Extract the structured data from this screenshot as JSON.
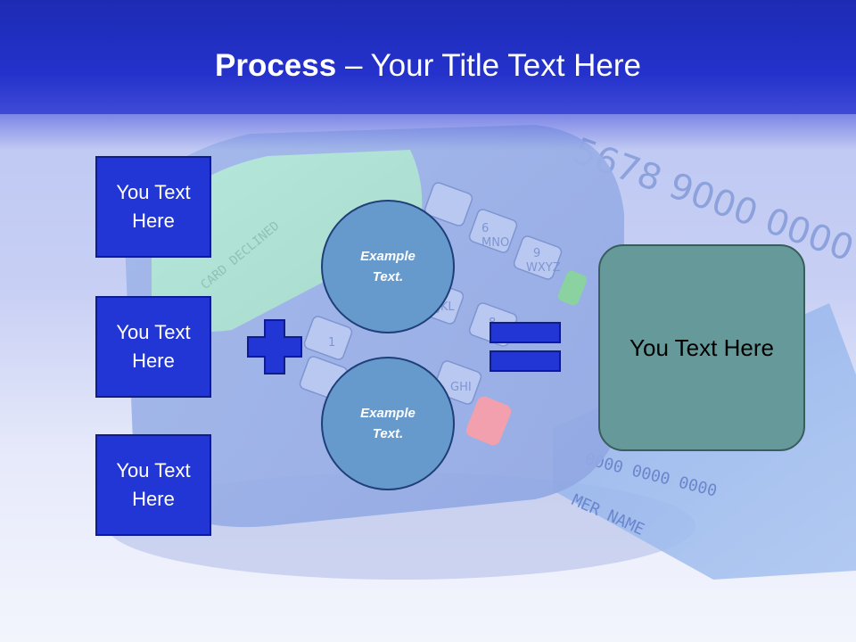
{
  "slide": {
    "title_bold": "Process",
    "title_rest": " – Your Title Text Here",
    "left_boxes": [
      {
        "label_line1": "You Text",
        "label_line2": "Here"
      },
      {
        "label_line1": "You Text",
        "label_line2": "Here"
      },
      {
        "label_line1": "You Text",
        "label_line2": "Here"
      }
    ],
    "circles": [
      {
        "line1": "Example",
        "line2": "Text."
      },
      {
        "line1": "Example",
        "line2": "Text."
      }
    ],
    "result_label": "You Text Here"
  },
  "background_art": {
    "screen_text": "CARD DECLINED",
    "keys": [
      "1",
      "6",
      "MNO",
      "9",
      "WXYZ",
      "JKL",
      "8",
      "GHI"
    ],
    "card_number": "5678 9000 0000",
    "card_number_small": "0000 0000 0000",
    "card_holder": "MER NAME"
  },
  "colors": {
    "header": "#2432cc",
    "text_box_fill": "#2236d6",
    "circle_fill": "#6699cc",
    "result_fill": "#669999",
    "operator_fill": "#2236d6"
  },
  "icons": {
    "plus": "plus-icon",
    "equals": "equals-icon"
  }
}
